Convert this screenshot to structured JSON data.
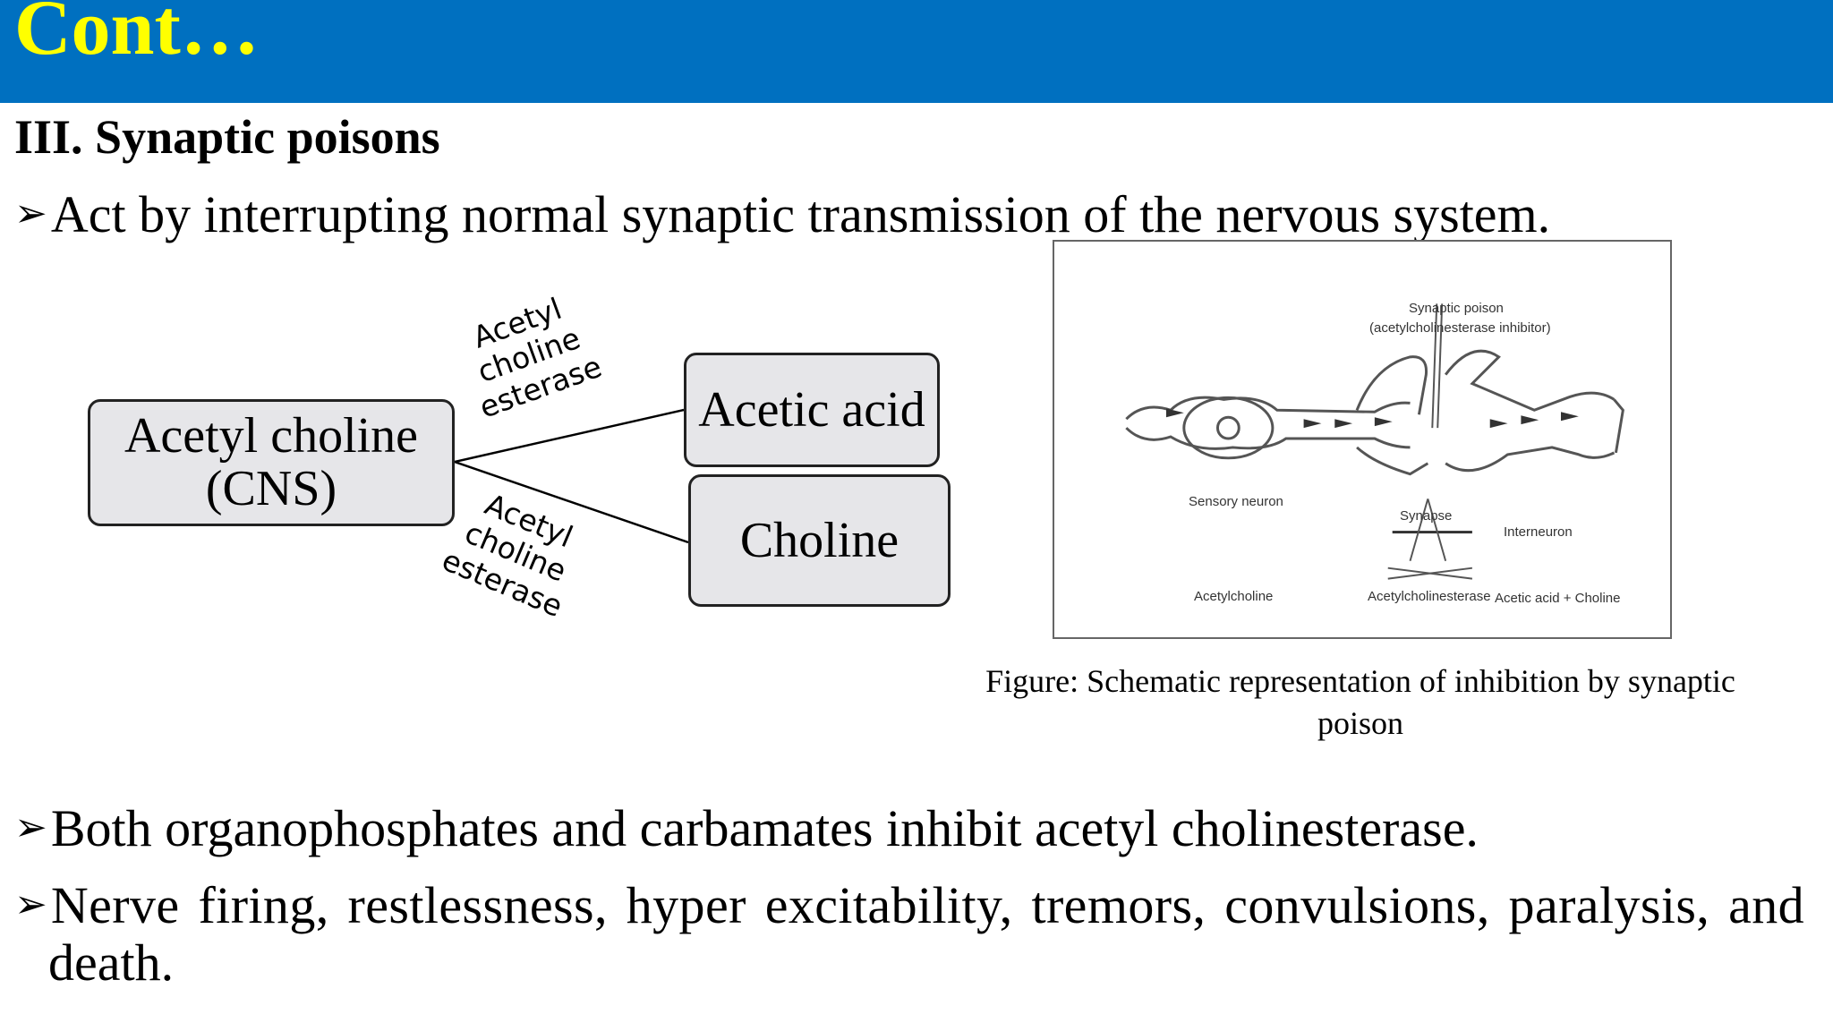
{
  "header": {
    "title": "Cont…"
  },
  "section": {
    "heading": "III. Synaptic poisons"
  },
  "bullets": {
    "b1": "Act by interrupting normal synaptic transmission of the nervous system.",
    "b2": "Both organophosphates and carbamates inhibit acetyl cholinesterase.",
    "b3_line1": "Nerve firing, restlessness, hyper excitability, tremors, convulsions, paralysis, and",
    "b3_line2": "death."
  },
  "diagram": {
    "source": {
      "line1": "Acetyl choline",
      "line2": "(CNS)"
    },
    "product1": "Acetic acid",
    "product2": "Choline",
    "enzyme_top": [
      "Acetyl",
      "choline",
      "esterase"
    ],
    "enzyme_bottom": [
      "Acetyl",
      "choline",
      "esterase"
    ]
  },
  "figure": {
    "labels": {
      "poison1": "Synaptic poison",
      "poison2": "(acetylcholinesterase inhibitor)",
      "sensory": "Sensory neuron",
      "synapse": "Synapse",
      "interneuron": "Interneuron",
      "acetylcholine": "Acetylcholine",
      "enzyme": "Acetylcholinesterase",
      "products": "Acetic acid + Choline"
    },
    "caption_line1": "Figure: Schematic representation of inhibition by synaptic",
    "caption_line2": "poison"
  },
  "colors": {
    "header_bg": "#0070C0",
    "title": "#FFFF00",
    "box_fill": "#E6E6E9"
  }
}
